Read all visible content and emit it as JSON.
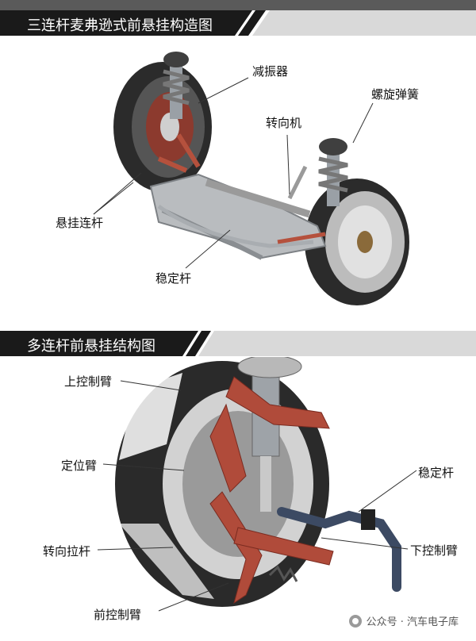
{
  "section1": {
    "title": "三连杆麦弗逊式前悬挂构造图",
    "labels": {
      "shock_absorber": "减振器",
      "coil_spring": "螺旋弹簧",
      "steering_gear": "转向机",
      "suspension_link": "悬挂连杆",
      "stabilizer_bar": "稳定杆"
    }
  },
  "section2": {
    "title": "多连杆前悬挂结构图",
    "labels": {
      "upper_arm": "上控制臂",
      "locating_arm": "定位臂",
      "stabilizer_bar": "稳定杆",
      "tie_rod": "转向拉杆",
      "lower_arm": "下控制臂",
      "front_arm": "前控制臂"
    }
  },
  "watermark": "公众号 · 汽车电子库"
}
